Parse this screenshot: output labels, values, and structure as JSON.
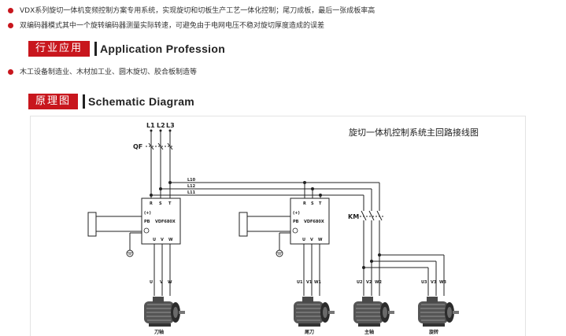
{
  "intro": {
    "line1": "VDX系列旋切一体机变频控制方案专用系统，实现旋切和切板生产工艺一体化控制；尾刀成板，最后一张成板率高",
    "line2": "双编码器模式其中一个旋转编码器测量实际转速，可避免由于电网电压不稳对旋切厚度造成的误差"
  },
  "industry": {
    "tag": "行业应用",
    "title_en": "Application Profession",
    "item": "木工设备制造业、木材加工业、圆木旋切、胶合板制造等"
  },
  "schematic": {
    "tag": "原理图",
    "title_en": "Schematic Diagram",
    "diagram_title": "旋切一体机控制系统主回路接线图",
    "supply_labels": [
      "L1",
      "L2",
      "L3"
    ],
    "breaker_label": "QF",
    "bus_labels": [
      "L10",
      "L12",
      "L11"
    ],
    "contactor_label": "KM",
    "inverter_terminals_in": [
      "R",
      "S",
      "T"
    ],
    "inverter_terminals_mid": [
      "(+)",
      "PB"
    ],
    "inverter_model": "VDF680X",
    "inverter_terminals_out": [
      "U",
      "V",
      "W"
    ],
    "motor_terms_1": [
      "U",
      "V",
      "W"
    ],
    "motor_terms_2": [
      "U1",
      "V1",
      "W1"
    ],
    "motor_terms_3": [
      "U2",
      "V2",
      "W2"
    ],
    "motor_terms_4": [
      "U3",
      "V3",
      "W3"
    ],
    "motor_labels": [
      "刀轴",
      "尾刀",
      "主轴",
      "旋转"
    ]
  },
  "colors": {
    "accent": "#c8161d",
    "line": "#222222"
  }
}
